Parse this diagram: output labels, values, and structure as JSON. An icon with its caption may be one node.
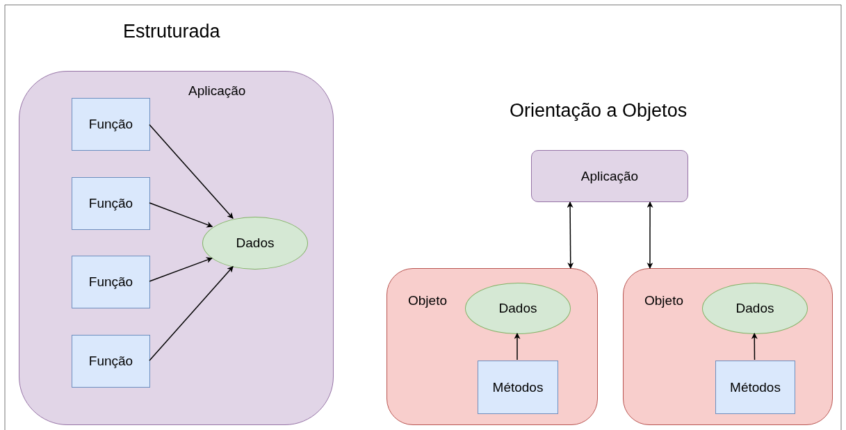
{
  "diagram": {
    "nodes": [
      {
        "text": [
          "Aplicação"
        ]
      },
      {
        "text": [
          "Função"
        ],
        "in": 0
      },
      {
        "text": [
          "Função"
        ],
        "in": 0
      },
      {
        "text": [
          "Função"
        ],
        "in": 0
      },
      {
        "text": [
          "Função"
        ],
        "in": 0
      },
      {
        "text": [
          "Dados"
        ],
        "in": 0
      },
      {
        "text": [
          "Aplicação"
        ]
      },
      {
        "text": [
          "Objeto"
        ]
      },
      {
        "text": [
          "Dados"
        ],
        "in": 7
      },
      {
        "text": [
          "Métodos"
        ],
        "in": 7
      },
      {
        "text": [
          "Objeto"
        ]
      },
      {
        "text": [
          "Dados"
        ],
        "in": 10
      },
      {
        "text": [
          "Métodos"
        ],
        "in": 10
      }
    ],
    "edges": [
      {
        "from": 1,
        "to": 5,
        "arrow": "to"
      },
      {
        "from": 2,
        "to": 5,
        "arrow": "to"
      },
      {
        "from": 3,
        "to": 5,
        "arrow": "to"
      },
      {
        "from": 4,
        "to": 5,
        "arrow": "to"
      },
      {
        "from": 6,
        "to": 7,
        "arrow": "both"
      },
      {
        "from": 6,
        "to": 10,
        "arrow": "both"
      },
      {
        "from": 9,
        "to": 8,
        "arrow": "to"
      },
      {
        "from": 12,
        "to": 11,
        "arrow": "to"
      }
    ],
    "labels": [
      "Estruturada",
      "Orientação a Objetos"
    ]
  }
}
